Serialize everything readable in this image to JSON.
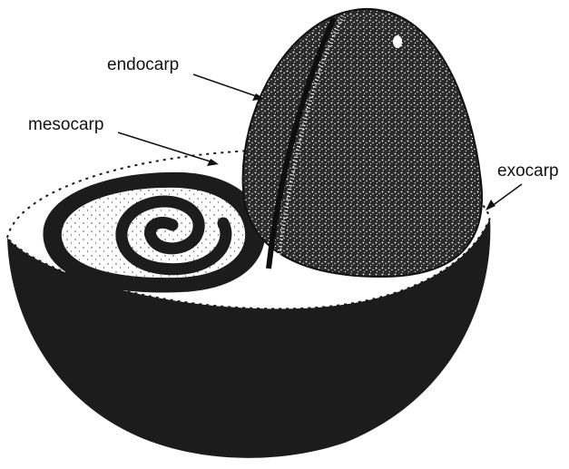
{
  "labels": {
    "endocarp": "endocarp",
    "mesocarp": "mesocarp",
    "exocarp": "exocarp"
  },
  "colors": {
    "ink": "#111111",
    "paper": "#ffffff",
    "shade": "#1c1c1c"
  }
}
